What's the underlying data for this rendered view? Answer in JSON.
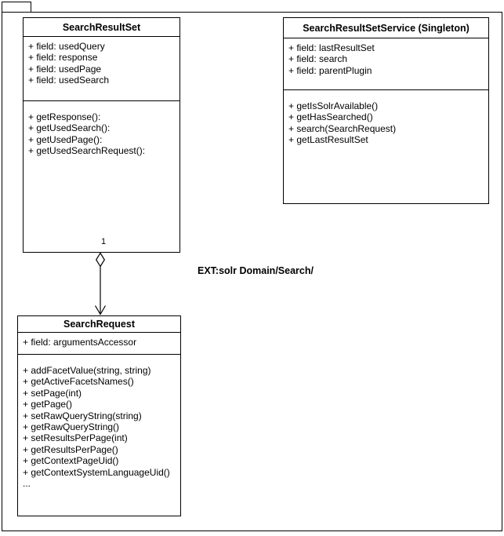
{
  "diagram": {
    "caption": "EXT:solr Domain/Search/",
    "classes": [
      {
        "name": "SearchResultSet",
        "fields": [
          "+ field: usedQuery",
          "+ field: response",
          "+ field: usedPage",
          "+ field: usedSearch"
        ],
        "methods": [
          "+ getResponse():",
          "+ getUsedSearch():",
          "+ getUsedPage():",
          "+ getUsedSearchRequest():"
        ]
      },
      {
        "name": "SearchResultSetService (Singleton)",
        "fields": [
          "+ field: lastResultSet",
          "+ field: search",
          "+ field: parentPlugin"
        ],
        "methods": [
          "+ getIsSolrAvailable()",
          "+ getHasSearched()",
          "+ search(SearchRequest)",
          "+ getLastResultSet"
        ]
      },
      {
        "name": "SearchRequest",
        "fields": [
          "+ field: argumentsAccessor"
        ],
        "methods": [
          "+ addFacetValue(string, string)",
          "+ getActiveFacetsNames()",
          "+ setPage(int)",
          "+ getPage()",
          "+ setRawQueryString(string)",
          "+ getRawQueryString()",
          "+ setResultsPerPage(int)",
          "+ getResultsPerPage()",
          "+ getContextPageUid()",
          "+ getContextSystemLanguageUid()",
          "..."
        ]
      }
    ],
    "relationship": {
      "type": "aggregation",
      "multiplicity": "1"
    },
    "colors": {
      "line": "#000000",
      "background": "#ffffff"
    }
  }
}
